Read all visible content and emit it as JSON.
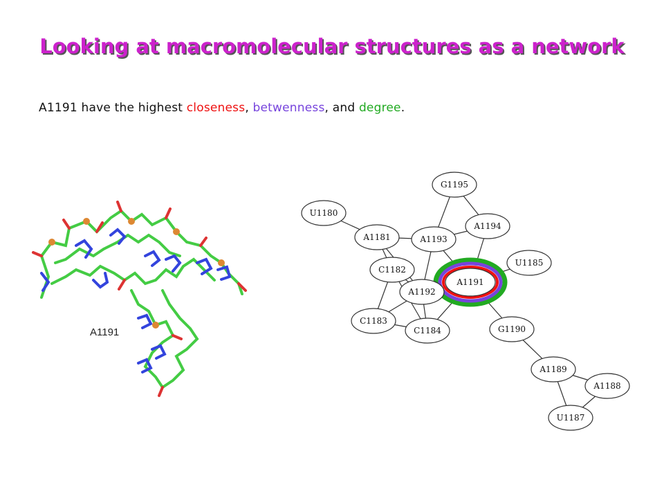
{
  "title": "Looking at macromolecular structures as a network",
  "colors": {
    "title": "#cc22cc",
    "closeness": "#ee1111",
    "betweenness": "#7744dd",
    "degree": "#22aa22",
    "stick_green": "#44cc44",
    "stick_blue": "#3344dd",
    "stick_red": "#dd3333",
    "stick_orange": "#dd8833"
  },
  "subtitle": {
    "prefix": "A1191  have the highest ",
    "closeness": "closeness",
    "sep1": ", ",
    "betweenness": "betwenness",
    "sep2": ", and ",
    "degree": "degree",
    "suffix": "."
  },
  "molecule": {
    "label": "A1191"
  },
  "network": {
    "highlight_node": "A1191",
    "nodes": [
      "G1195",
      "U1180",
      "A1194",
      "A1181",
      "A1193",
      "U1185",
      "C1182",
      "A1191",
      "A1192",
      "C1183",
      "C1184",
      "G1190",
      "A1189",
      "A1188",
      "U1187"
    ],
    "edges": [
      [
        "U1180",
        "A1181"
      ],
      [
        "A1181",
        "A1193"
      ],
      [
        "A1181",
        "C1182"
      ],
      [
        "A1181",
        "A1192"
      ],
      [
        "G1195",
        "A1193"
      ],
      [
        "G1195",
        "A1194"
      ],
      [
        "A1193",
        "A1194"
      ],
      [
        "A1193",
        "A1192"
      ],
      [
        "A1194",
        "A1191"
      ],
      [
        "A1193",
        "A1191"
      ],
      [
        "C1182",
        "A1192"
      ],
      [
        "C1182",
        "C1183"
      ],
      [
        "C1182",
        "C1184"
      ],
      [
        "A1192",
        "C1183"
      ],
      [
        "A1192",
        "C1184"
      ],
      [
        "A1192",
        "A1191"
      ],
      [
        "C1183",
        "C1184"
      ],
      [
        "C1184",
        "A1191"
      ],
      [
        "A1191",
        "U1185"
      ],
      [
        "A1191",
        "G1190"
      ],
      [
        "G1190",
        "A1189"
      ],
      [
        "A1189",
        "A1188"
      ],
      [
        "A1189",
        "U1187"
      ],
      [
        "A1188",
        "U1187"
      ]
    ]
  }
}
